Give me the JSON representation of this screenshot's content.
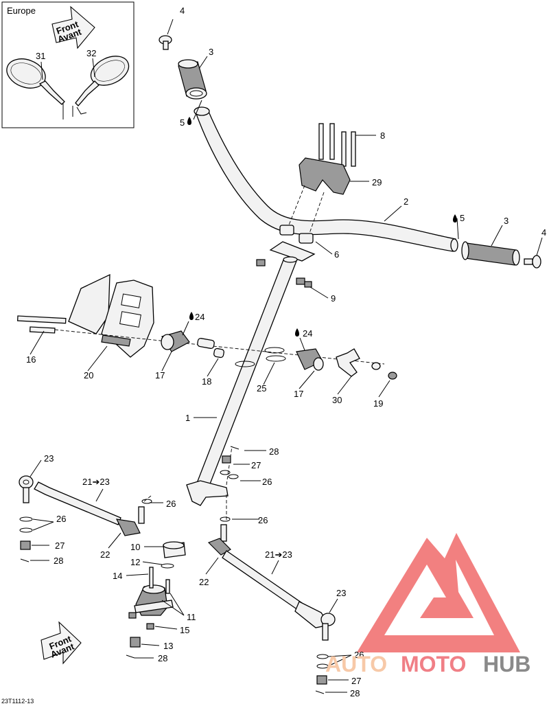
{
  "inset": {
    "region_label": "Europe",
    "arrow_text_1": "Front",
    "arrow_text_2": "Avant",
    "callouts": [
      "31",
      "32"
    ]
  },
  "bottom_arrow": {
    "text_1": "Front",
    "text_2": "Avant"
  },
  "drawing_number": "23T1112-13",
  "watermark": {
    "part_1": "AUTO",
    "part_2": "MOTO",
    "part_3": "HUB",
    "color_1": "#f7c9a8",
    "color_2": "#f07f86",
    "color_3": "#8a8a8a",
    "logo_color": "#f06a6a"
  },
  "callouts": [
    {
      "id": "c4a",
      "text": "4"
    },
    {
      "id": "c3a",
      "text": "3"
    },
    {
      "id": "c5a",
      "text": "5"
    },
    {
      "id": "c8",
      "text": "8"
    },
    {
      "id": "c29",
      "text": "29"
    },
    {
      "id": "c2",
      "text": "2"
    },
    {
      "id": "c5b",
      "text": "5"
    },
    {
      "id": "c3b",
      "text": "3"
    },
    {
      "id": "c4b",
      "text": "4"
    },
    {
      "id": "c6",
      "text": "6"
    },
    {
      "id": "c9",
      "text": "9"
    },
    {
      "id": "c24a",
      "text": "24"
    },
    {
      "id": "c24b",
      "text": "24"
    },
    {
      "id": "c16",
      "text": "16"
    },
    {
      "id": "c20",
      "text": "20"
    },
    {
      "id": "c17a",
      "text": "17"
    },
    {
      "id": "c18",
      "text": "18"
    },
    {
      "id": "c25",
      "text": "25"
    },
    {
      "id": "c17b",
      "text": "17"
    },
    {
      "id": "c30",
      "text": "30"
    },
    {
      "id": "c19",
      "text": "19"
    },
    {
      "id": "c1",
      "text": "1"
    },
    {
      "id": "c28a",
      "text": "28"
    },
    {
      "id": "c27a",
      "text": "27"
    },
    {
      "id": "c26a",
      "text": "26"
    },
    {
      "id": "c23a",
      "text": "23"
    },
    {
      "id": "c2123a",
      "text": "21➔23"
    },
    {
      "id": "c26b",
      "text": "26"
    },
    {
      "id": "c26c",
      "text": "26"
    },
    {
      "id": "c26d",
      "text": "26"
    },
    {
      "id": "c27b",
      "text": "27"
    },
    {
      "id": "c28b",
      "text": "28"
    },
    {
      "id": "c22a",
      "text": "22"
    },
    {
      "id": "c10",
      "text": "10"
    },
    {
      "id": "c12",
      "text": "12"
    },
    {
      "id": "c14",
      "text": "14"
    },
    {
      "id": "c11",
      "text": "11"
    },
    {
      "id": "c15",
      "text": "15"
    },
    {
      "id": "c13",
      "text": "13"
    },
    {
      "id": "c28c",
      "text": "28"
    },
    {
      "id": "c22b",
      "text": "22"
    },
    {
      "id": "c2123b",
      "text": "21➔23"
    },
    {
      "id": "c23b",
      "text": "23"
    },
    {
      "id": "c26e",
      "text": "26"
    },
    {
      "id": "c27c",
      "text": "27"
    },
    {
      "id": "c28d",
      "text": "28"
    }
  ]
}
